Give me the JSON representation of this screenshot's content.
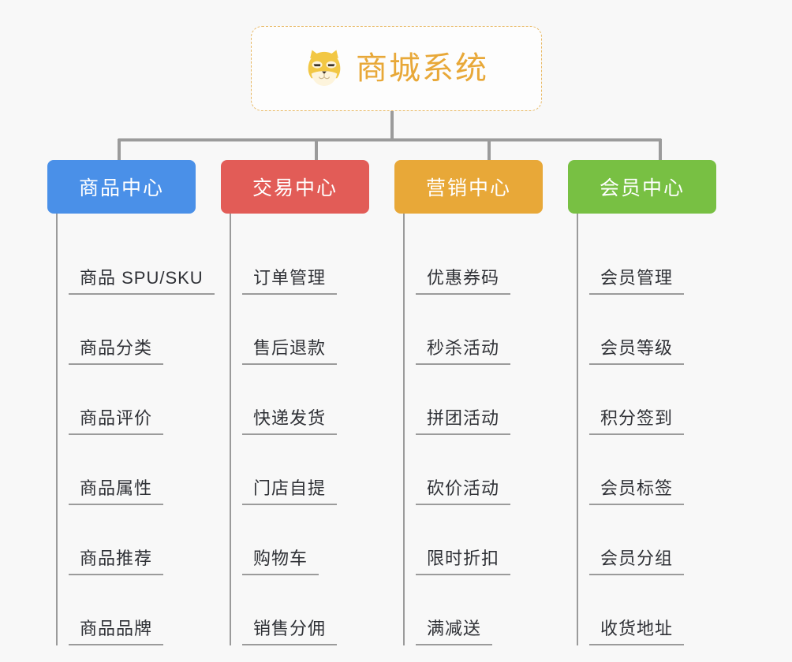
{
  "root": {
    "title": "商城系统",
    "icon": "shiba-dog-face-icon",
    "title_color": "#e8a838",
    "border_color": "#e8b863"
  },
  "branches": [
    {
      "label": "商品中心",
      "color": "#4a90e8",
      "items": [
        "商品 SPU/SKU",
        "商品分类",
        "商品评价",
        "商品属性",
        "商品推荐",
        "商品品牌"
      ]
    },
    {
      "label": "交易中心",
      "color": "#e25c57",
      "items": [
        "订单管理",
        "售后退款",
        "快递发货",
        "门店自提",
        "购物车",
        "销售分佣"
      ]
    },
    {
      "label": "营销中心",
      "color": "#e8a838",
      "items": [
        "优惠券码",
        "秒杀活动",
        "拼团活动",
        "砍价活动",
        "限时折扣",
        "满减送"
      ]
    },
    {
      "label": "会员中心",
      "color": "#78c043",
      "items": [
        "会员管理",
        "会员等级",
        "积分签到",
        "会员标签",
        "会员分组",
        "收货地址"
      ]
    }
  ],
  "connector_color": "#9b9b9b",
  "background_color": "#f8f8f8"
}
